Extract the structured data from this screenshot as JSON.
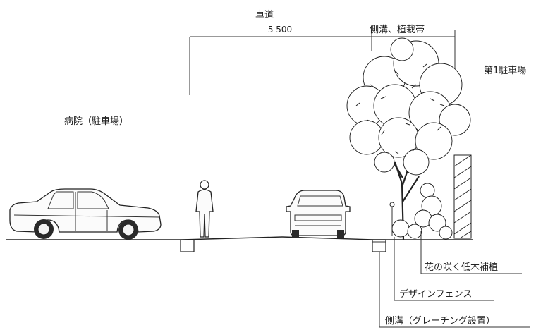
{
  "labels": {
    "roadway": "車道",
    "roadway_width": "5 500",
    "ditch_planting": "側溝、植栽帯",
    "parking_lot_1": "第1駐車場",
    "hospital_parking": "病院（駐車場）",
    "flowering_shrubs": "花の咲く低木補植",
    "design_fence": "デザインフェンス",
    "ditch_grating": "側溝（グレーチング設置）"
  }
}
